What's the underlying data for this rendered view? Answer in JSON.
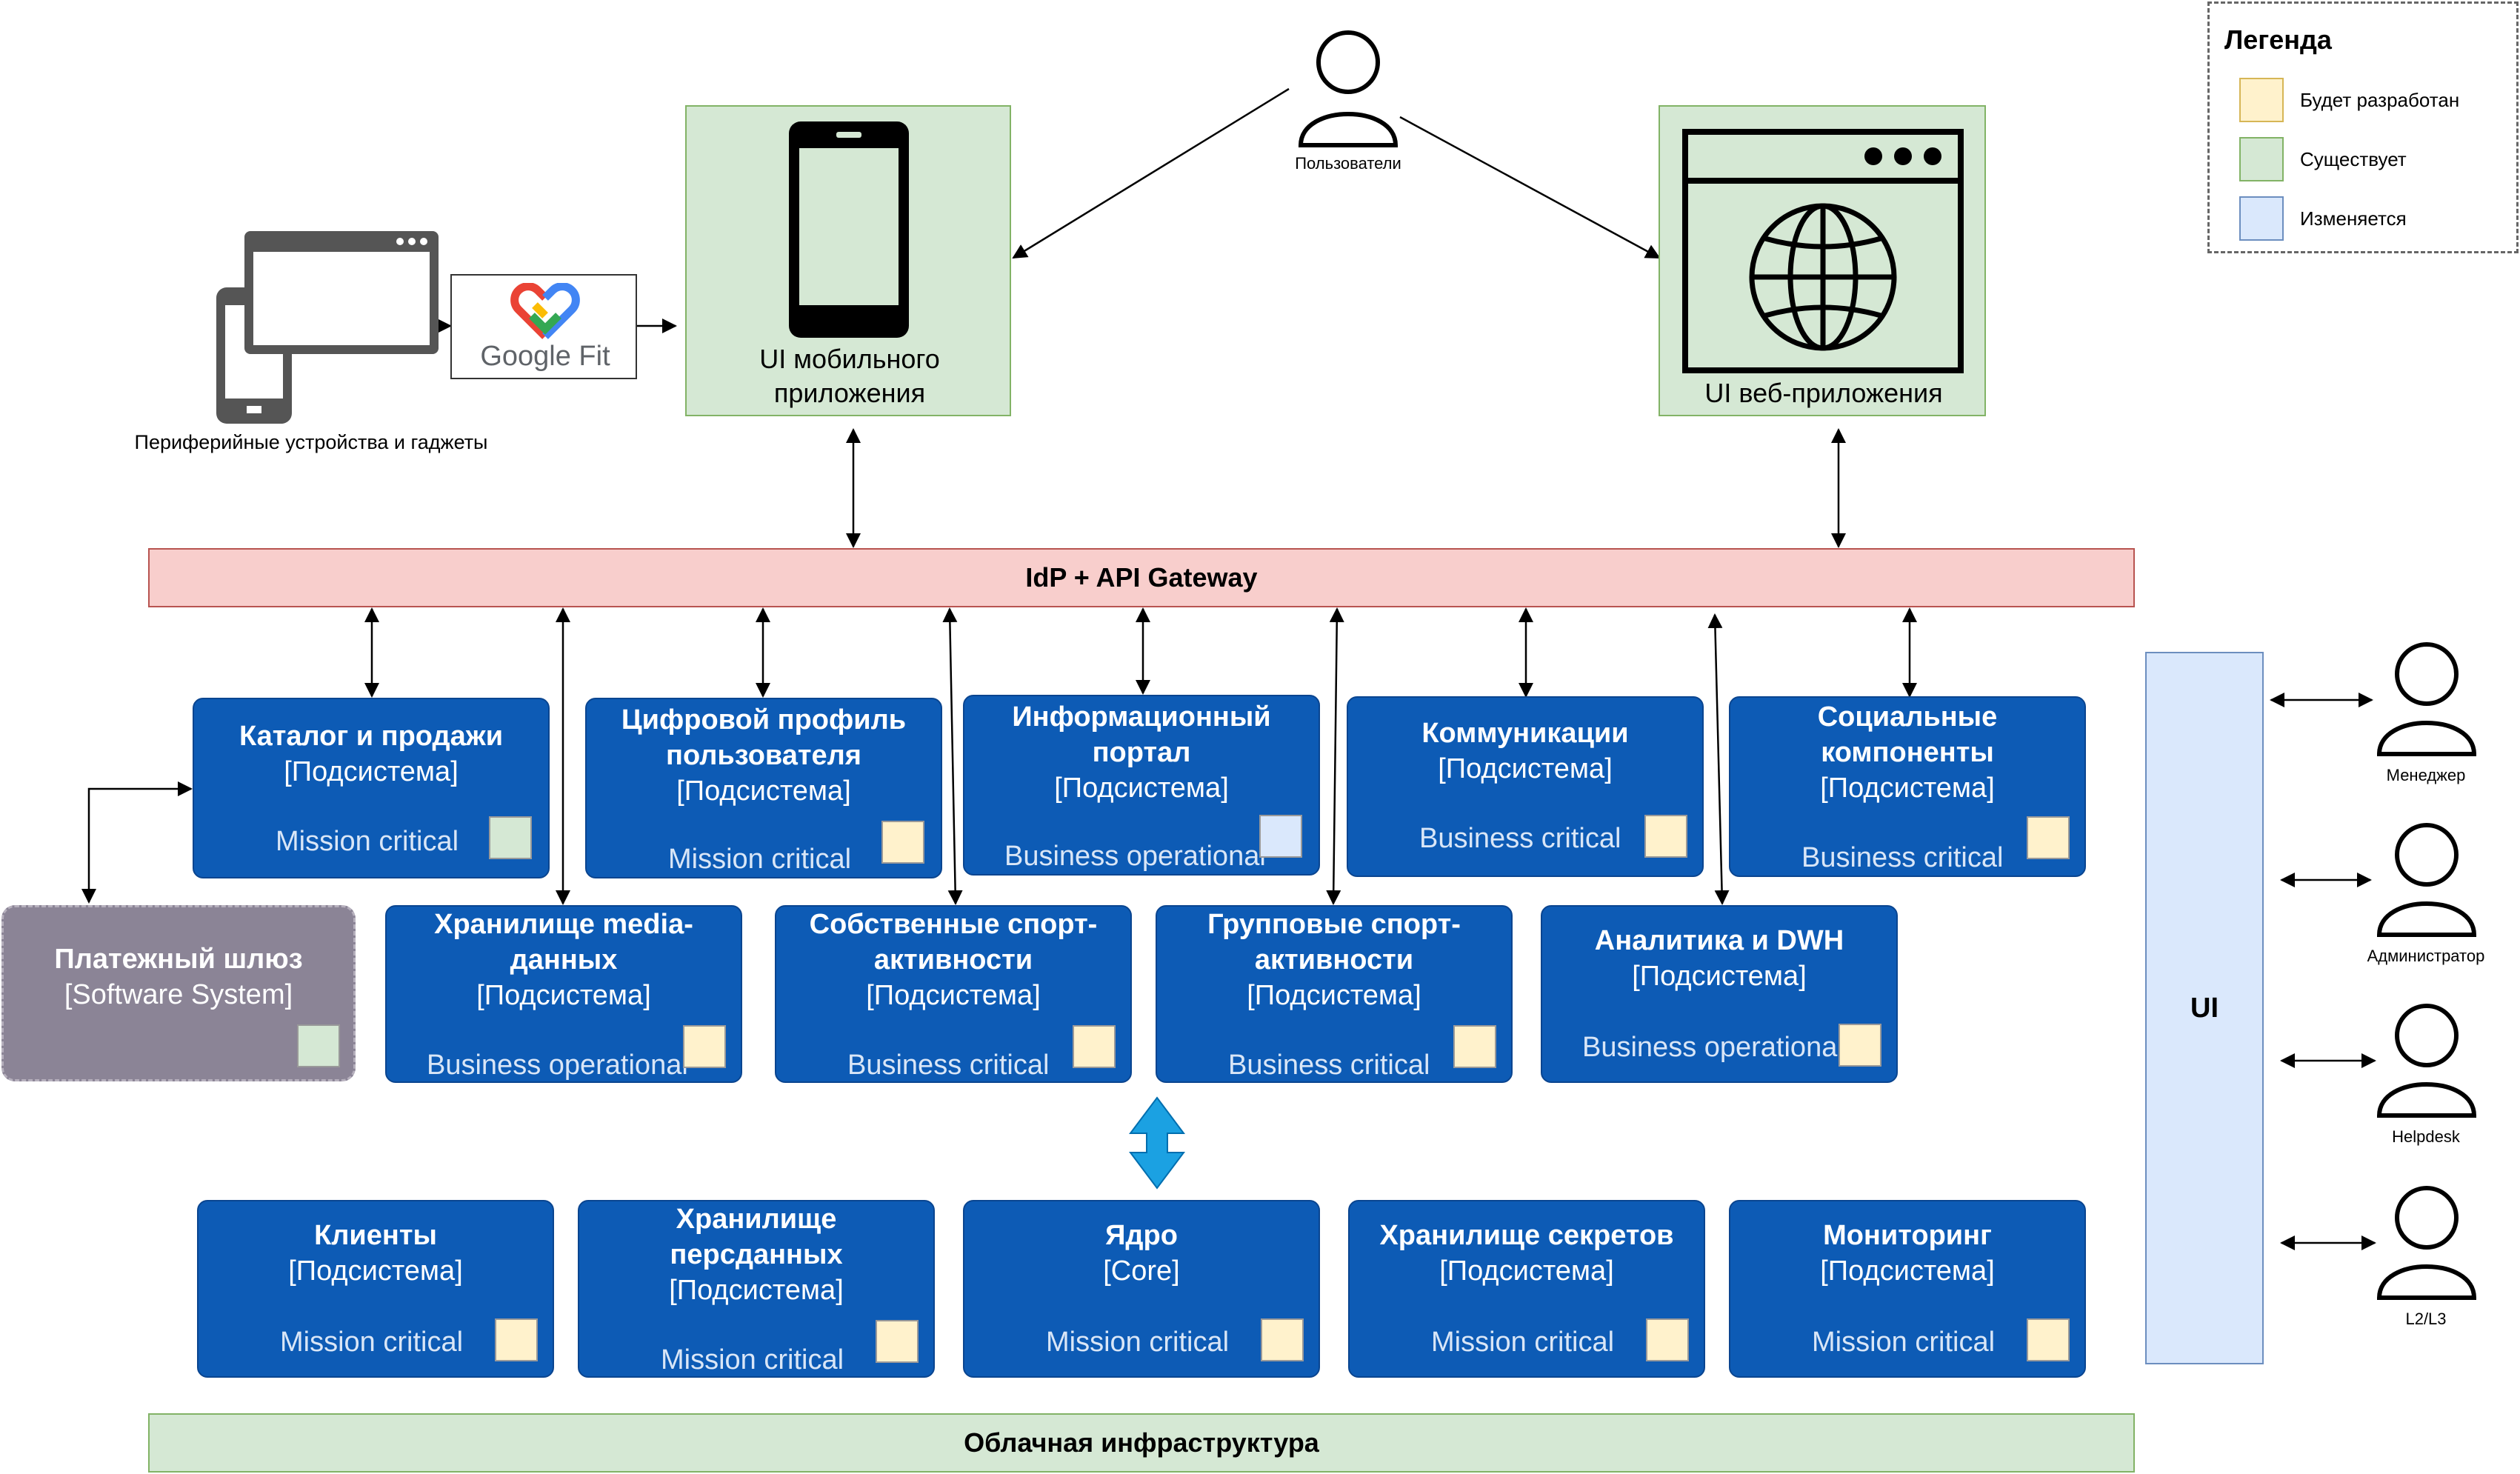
{
  "legend": {
    "title": "Легенда",
    "items": [
      {
        "label": "Будет разработан",
        "color": "#fff2cc"
      },
      {
        "label": "Существует",
        "color": "#d5e8d4"
      },
      {
        "label": "Изменяется",
        "color": "#dae8fc"
      }
    ]
  },
  "top": {
    "users_label": "Пользователи",
    "mobile_label": "UI мобильного приложения",
    "web_label": "UI веб-приложения",
    "devices_label": "Периферийные устройства и гаджеты",
    "googlefit_label": "Google Fit"
  },
  "bands": {
    "gateway": "IdP + API Gateway",
    "cloud": "Облачная инфраструктура"
  },
  "subsystems": [
    {
      "name": "Каталог и продажи",
      "kind": "[Подсистема]",
      "crit": "Mission critical",
      "status": "exists"
    },
    {
      "name": "Цифровой профиль пользователя",
      "kind": "[Подсистема]",
      "crit": "Mission critical",
      "status": "new"
    },
    {
      "name": "Информационный портал",
      "kind": "[Подсистема]",
      "crit": "Business operational",
      "status": "changing"
    },
    {
      "name": "Коммуникации",
      "kind": "[Подсистема]",
      "crit": "Business critical",
      "status": "new"
    },
    {
      "name": "Социальные компоненты",
      "kind": "[Подсистема]",
      "crit": "Business critical",
      "status": "new"
    },
    {
      "name": "Хранилище media-данных",
      "kind": "[Подсистема]",
      "crit": "Business operational",
      "status": "new"
    },
    {
      "name": "Собственные спорт-активности",
      "kind": "[Подсистема]",
      "crit": "Business critical",
      "status": "new"
    },
    {
      "name": "Групповые спорт-активности",
      "kind": "[Подсистема]",
      "crit": "Business critical",
      "status": "new"
    },
    {
      "name": "Аналитика и DWH",
      "kind": "[Подсистема]",
      "crit": "Business operational",
      "status": "new"
    },
    {
      "name": "Клиенты",
      "kind": "[Подсистема]",
      "crit": "Mission critical",
      "status": "new"
    },
    {
      "name": "Хранилище персданных",
      "kind": "[Подсистема]",
      "crit": "Mission critical",
      "status": "new"
    },
    {
      "name": "Ядро",
      "kind": "[Core]",
      "crit": "Mission critical",
      "status": "new"
    },
    {
      "name": "Хранилище секретов",
      "kind": "[Подсистема]",
      "crit": "Mission critical",
      "status": "new"
    },
    {
      "name": "Мониторинг",
      "kind": "[Подсистема]",
      "crit": "Mission critical",
      "status": "new"
    }
  ],
  "payment": {
    "name": "Платежный шлюз",
    "kind": "[Software System]",
    "status": "exists"
  },
  "ui_column": "UI",
  "roles": [
    "Менеджер",
    "Администратор",
    "Helpdesk",
    "L2/L3"
  ]
}
